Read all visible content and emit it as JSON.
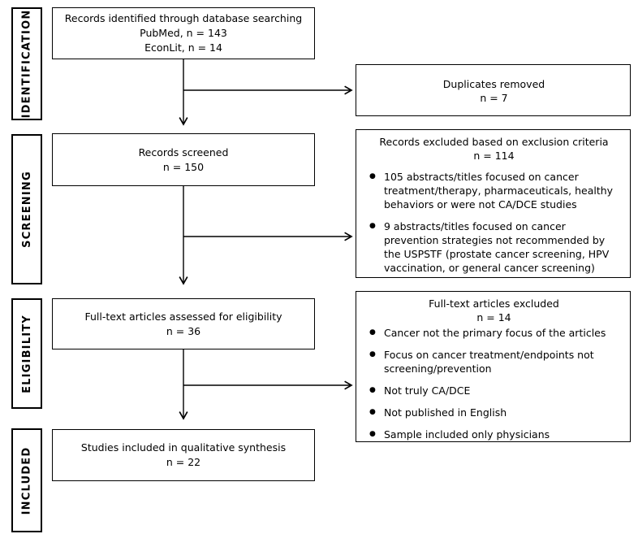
{
  "colors": {
    "ink": "#000000",
    "paper": "#ffffff"
  },
  "glyphs": {
    "bullet": "●"
  },
  "stages": {
    "identification": "IDENTIFICATION",
    "screening": "SCREENING",
    "eligibility": "ELIGIBILITY",
    "included": "INCLUDED"
  },
  "flow": {
    "identified": {
      "line1": "Records identified through database searching",
      "line2": "PubMed, n = 143",
      "line3": "EconLit, n = 14"
    },
    "screened": {
      "line1": "Records screened",
      "line2": "n = 150"
    },
    "fulltext": {
      "line1": "Full-text articles assessed for eligibility",
      "line2": "n = 36"
    },
    "included": {
      "line1": "Studies included in qualitative synthesis",
      "line2": "n = 22"
    }
  },
  "side": {
    "duplicates": {
      "title": "Duplicates removed",
      "count": "n = 7"
    },
    "records_excluded": {
      "title": "Records excluded based on exclusion criteria",
      "count": "n = 114",
      "bullets": [
        "105 abstracts/titles focused on cancer treatment/therapy, pharmaceuticals, healthy behaviors or were not CA/DCE studies",
        "9 abstracts/titles focused on cancer prevention strategies not recommended by the USPSTF (prostate cancer screening, HPV vaccination, or general cancer screening)"
      ]
    },
    "fulltext_excluded": {
      "title": "Full-text articles excluded",
      "count": "n = 14",
      "bullets": [
        "Cancer not the primary focus of the articles",
        "Focus on cancer treatment/endpoints not screening/prevention",
        "Not truly CA/DCE",
        "Not published in English",
        "Sample included only physicians"
      ]
    }
  }
}
